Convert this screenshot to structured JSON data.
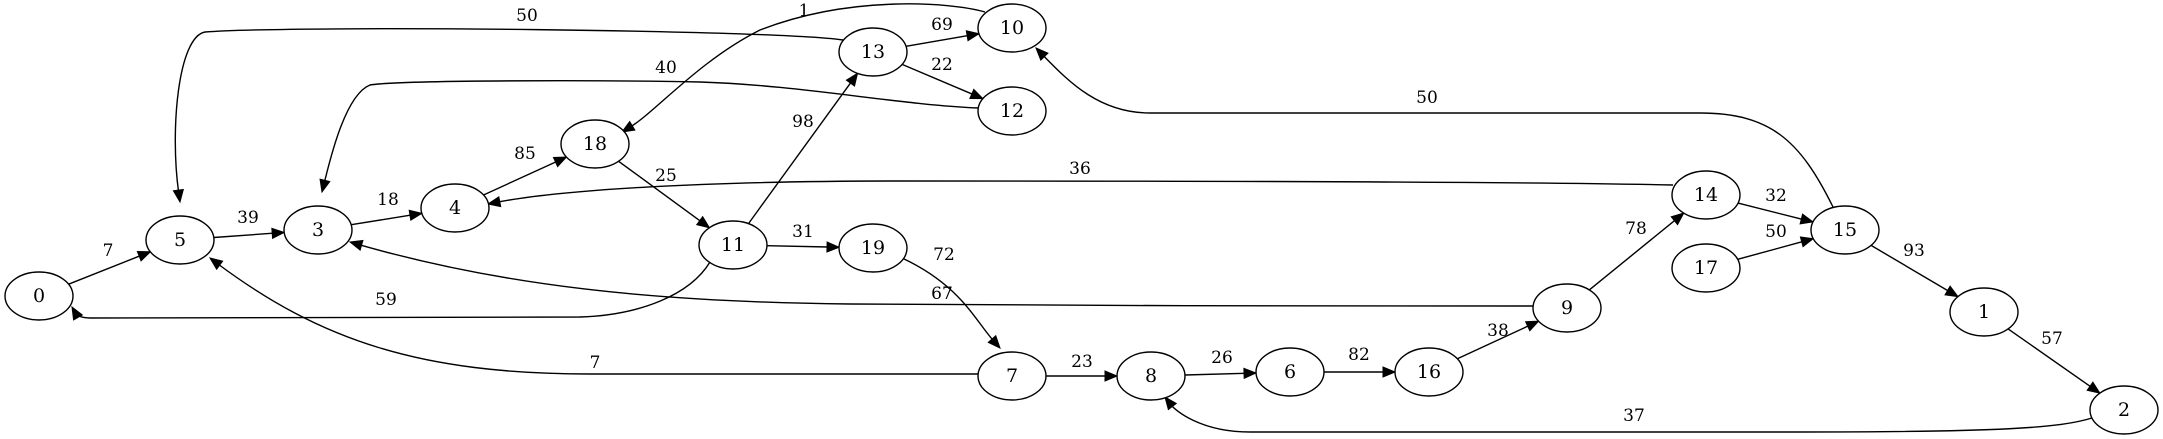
{
  "graph": {
    "nodes": [
      "0",
      "1",
      "2",
      "3",
      "4",
      "5",
      "6",
      "7",
      "8",
      "9",
      "10",
      "11",
      "12",
      "13",
      "14",
      "15",
      "16",
      "17",
      "18",
      "19"
    ],
    "edges": [
      {
        "from": "0",
        "to": "5",
        "label": "7"
      },
      {
        "from": "5",
        "to": "3",
        "label": "39"
      },
      {
        "from": "3",
        "to": "4",
        "label": "18"
      },
      {
        "from": "4",
        "to": "18",
        "label": "85"
      },
      {
        "from": "18",
        "to": "11",
        "label": "25"
      },
      {
        "from": "11",
        "to": "13",
        "label": "98"
      },
      {
        "from": "11",
        "to": "19",
        "label": "31"
      },
      {
        "from": "11",
        "to": "0",
        "label": "59"
      },
      {
        "from": "13",
        "to": "10",
        "label": "69"
      },
      {
        "from": "13",
        "to": "12",
        "label": "22"
      },
      {
        "from": "13",
        "to": "5",
        "label": "50"
      },
      {
        "from": "10",
        "to": "18",
        "label": "1"
      },
      {
        "from": "12",
        "to": "3",
        "label": "40"
      },
      {
        "from": "19",
        "to": "7",
        "label": "72"
      },
      {
        "from": "7",
        "to": "8",
        "label": "23"
      },
      {
        "from": "7",
        "to": "5",
        "label": "7"
      },
      {
        "from": "8",
        "to": "6",
        "label": "26"
      },
      {
        "from": "6",
        "to": "16",
        "label": "82"
      },
      {
        "from": "16",
        "to": "9",
        "label": "38"
      },
      {
        "from": "9",
        "to": "14",
        "label": "78"
      },
      {
        "from": "9",
        "to": "3",
        "label": "67"
      },
      {
        "from": "14",
        "to": "15",
        "label": "32"
      },
      {
        "from": "14",
        "to": "4",
        "label": "36"
      },
      {
        "from": "17",
        "to": "15",
        "label": "50"
      },
      {
        "from": "15",
        "to": "1",
        "label": "93"
      },
      {
        "from": "15",
        "to": "10",
        "label": "50"
      },
      {
        "from": "1",
        "to": "2",
        "label": "57"
      },
      {
        "from": "2",
        "to": "8",
        "label": "37"
      }
    ]
  }
}
